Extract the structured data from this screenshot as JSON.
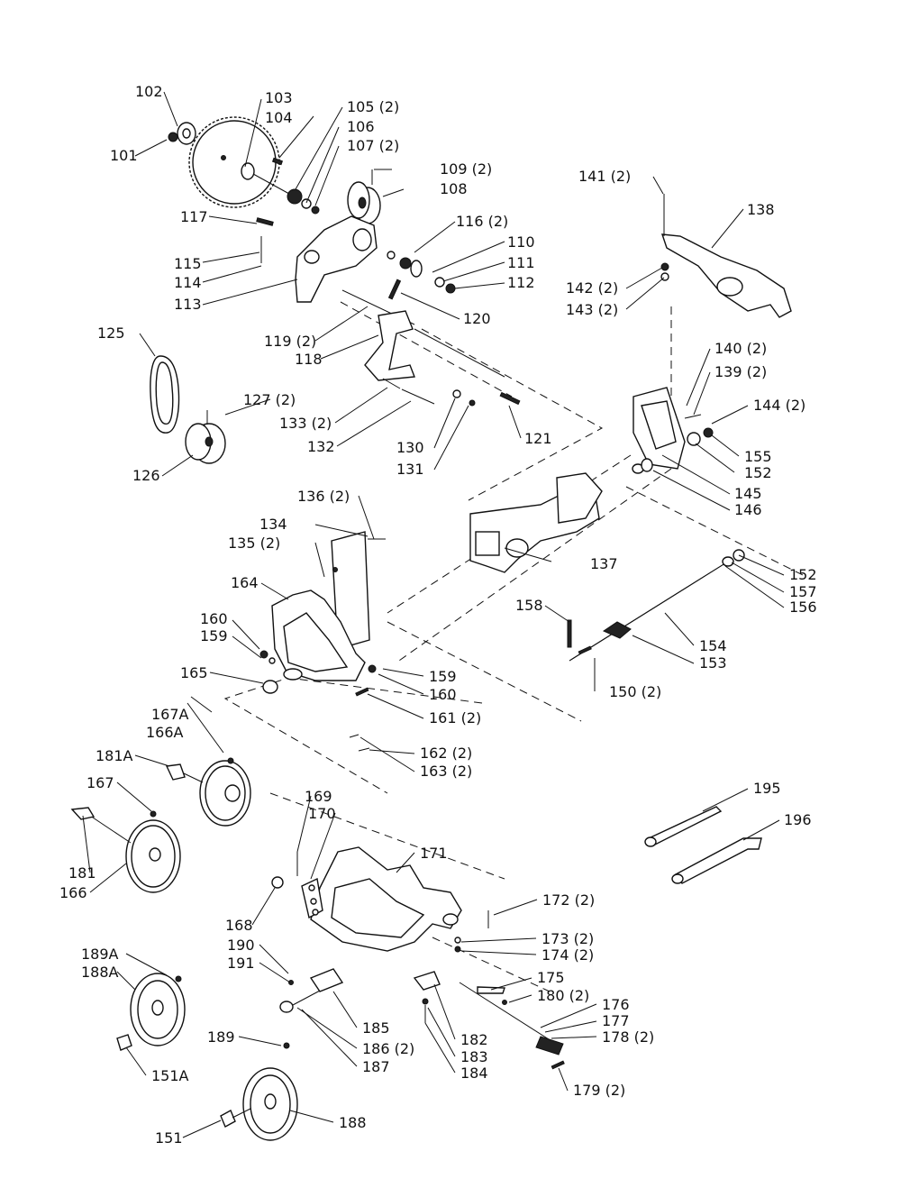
{
  "labels": {
    "l101": "101",
    "l102": "102",
    "l103": "103",
    "l104": "104",
    "l105": "105 (2)",
    "l106": "106",
    "l107": "107 (2)",
    "l108": "108",
    "l109": "109 (2)",
    "l110": "110",
    "l111": "111",
    "l112": "112",
    "l113": "113",
    "l114": "114",
    "l115": "115",
    "l116": "116 (2)",
    "l117": "117",
    "l118": "118",
    "l119": "119 (2)",
    "l120": "120",
    "l121": "121",
    "l125": "125",
    "l126": "126",
    "l127": "127 (2)",
    "l130": "130",
    "l131": "131",
    "l132": "132",
    "l133": "133 (2)",
    "l134": "134",
    "l135": "135 (2)",
    "l136": "136 (2)",
    "l137": "137",
    "l138": "138",
    "l139": "139 (2)",
    "l140": "140 (2)",
    "l141": "141 (2)",
    "l142": "142 (2)",
    "l143": "143 (2)",
    "l144": "144 (2)",
    "l145": "145",
    "l146": "146",
    "l150": "150 (2)",
    "l151": "151",
    "l151A": "151A",
    "l152a": "152",
    "l152b": "152",
    "l153": "153",
    "l154": "154",
    "l155": "155",
    "l156": "156",
    "l157": "157",
    "l158": "158",
    "l159a": "159",
    "l159b": "159",
    "l160a": "160",
    "l160b": "160",
    "l161": "161 (2)",
    "l162": "162 (2)",
    "l163": "163 (2)",
    "l164": "164",
    "l165": "165",
    "l166": "166",
    "l166A": "166A",
    "l167": "167",
    "l167A": "167A",
    "l168": "168",
    "l169": "169",
    "l170": "170",
    "l171": "171",
    "l172": "172 (2)",
    "l173": "173 (2)",
    "l174": "174 (2)",
    "l175": "175",
    "l176": "176",
    "l177": "177",
    "l178": "178 (2)",
    "l179": "179 (2)",
    "l180": "180 (2)",
    "l181": "181",
    "l181A": "181A",
    "l182": "182",
    "l183": "183",
    "l184": "184",
    "l185": "185",
    "l186": "186 (2)",
    "l187": "187",
    "l188": "188",
    "l188A": "188A",
    "l189": "189",
    "l189A": "189A",
    "l190": "190",
    "l191": "191",
    "l195": "195",
    "l196": "196"
  }
}
